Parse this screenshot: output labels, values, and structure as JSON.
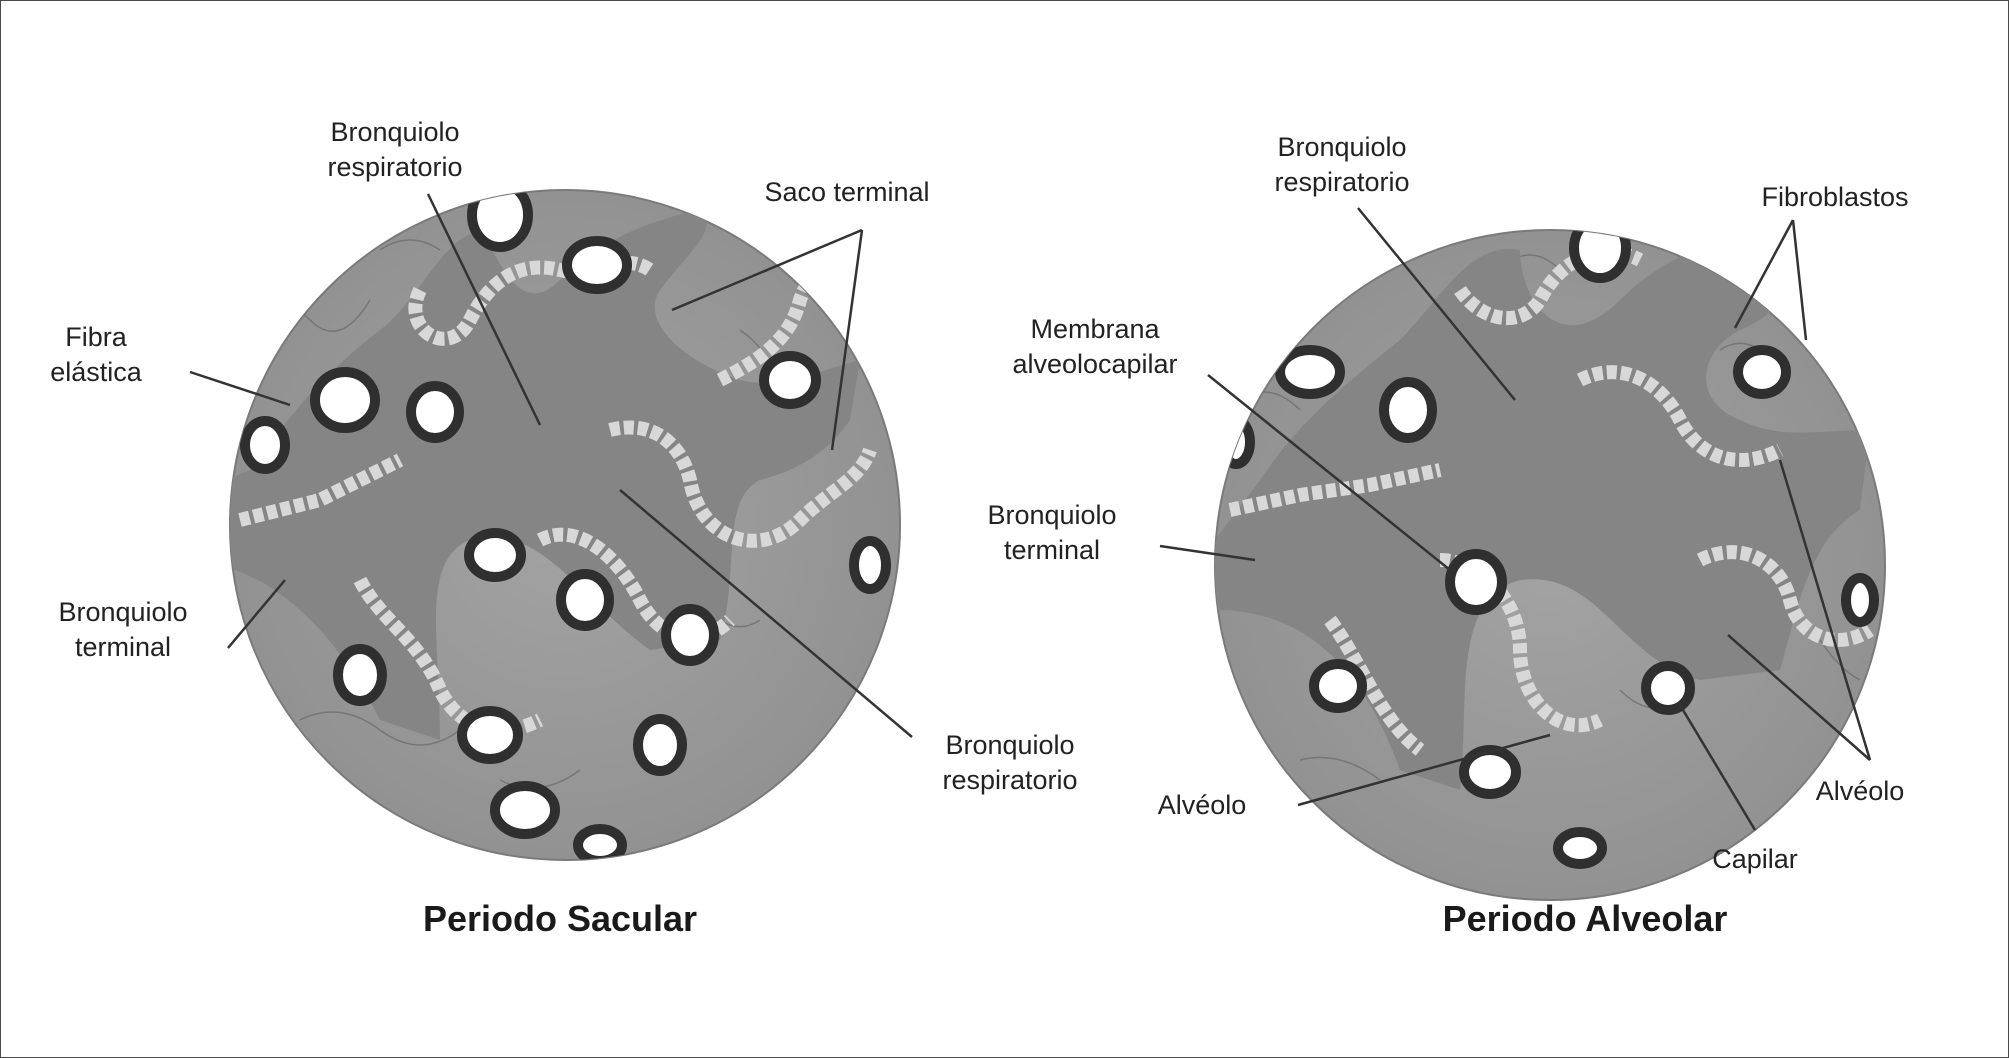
{
  "panels": [
    {
      "title": "Periodo Sacular",
      "labels": {
        "bronquiolo_respiratorio_top": [
          "Bronquiolo",
          "respiratorio"
        ],
        "saco_terminal": "Saco terminal",
        "fibra_elastica": [
          "Fibra",
          "elástica"
        ],
        "bronquiolo_terminal": [
          "Bronquiolo",
          "terminal"
        ],
        "bronquiolo_respiratorio_bottom": [
          "Bronquiolo",
          "respiratorio"
        ]
      }
    },
    {
      "title": "Periodo Alveolar",
      "labels": {
        "bronquiolo_respiratorio": [
          "Bronquiolo",
          "respiratorio"
        ],
        "fibroblastos": "Fibroblastos",
        "membrana_alveolocapilar": [
          "Membrana",
          "alveolocapilar"
        ],
        "bronquiolo_terminal": [
          "Bronquiolo",
          "terminal"
        ],
        "alveolo_left": "Alvéolo",
        "alveolo_right": "Alvéolo",
        "capilar": "Capilar"
      }
    }
  ],
  "colors": {
    "tissue": "#9a9a9a",
    "lumen": "#8a8a8a",
    "bead": "#dcdcdc",
    "cell_wall": "#333333",
    "leader": "#333333"
  }
}
